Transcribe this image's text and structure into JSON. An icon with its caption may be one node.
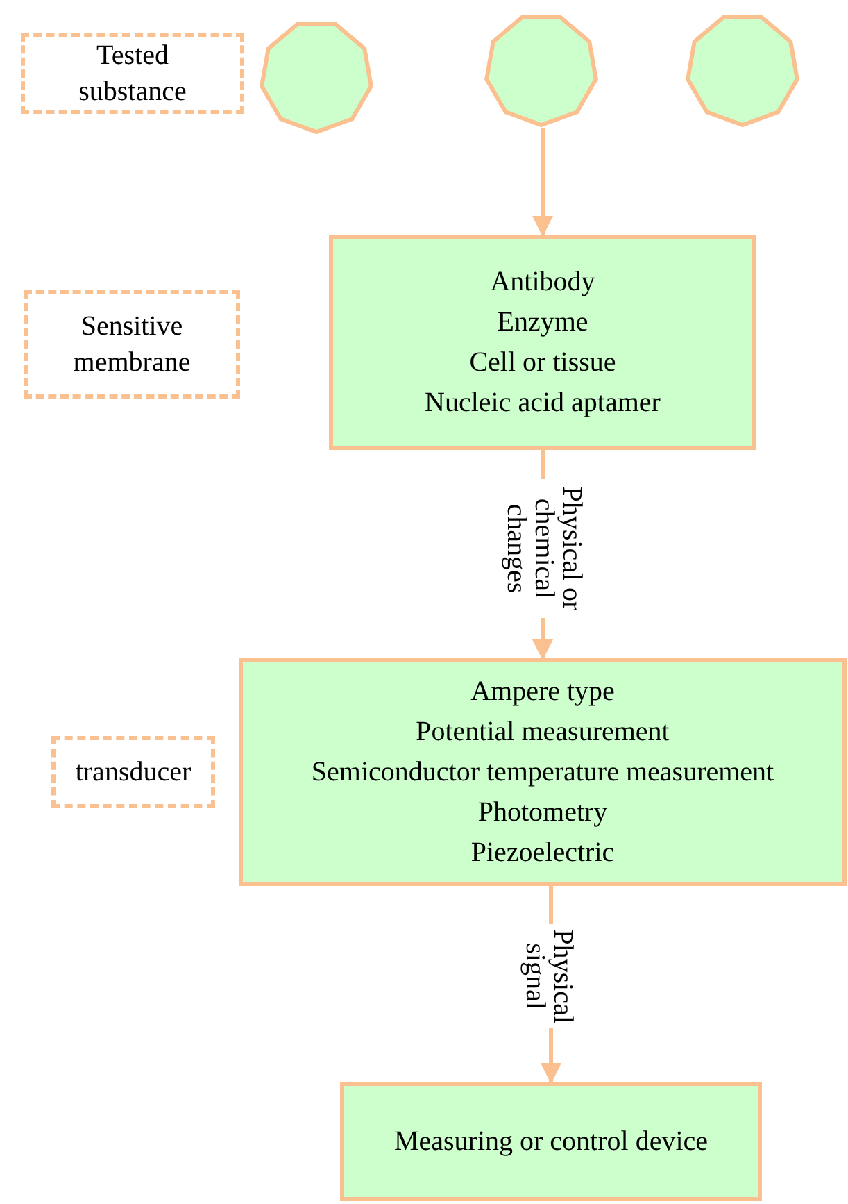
{
  "diagram": {
    "nodes": [
      {
        "text": [
          "Tested substance"
        ]
      },
      {
        "text": [],
        "shape": "polygon"
      },
      {
        "text": [],
        "shape": "polygon"
      },
      {
        "text": [],
        "shape": "polygon"
      },
      {
        "text": [
          "Sensitive membrane"
        ]
      },
      {
        "text": [
          "Antibody",
          "Enzyme",
          "Cell or tissue",
          "Nucleic acid aptamer"
        ]
      },
      {
        "text": [
          "transducer"
        ]
      },
      {
        "text": [
          "Ampere type",
          "Potential measurement",
          "Semiconductor temperature measurement",
          "Photometry",
          "Piezoelectric"
        ]
      },
      {
        "text": [
          "Measuring or control device"
        ]
      }
    ],
    "edges": [
      {
        "from": 2,
        "to": 5,
        "arrow": "to"
      },
      {
        "from": 5,
        "to": 7,
        "arrow": "to",
        "label": "Physical or chemical changes"
      },
      {
        "from": 7,
        "to": 8,
        "arrow": "to",
        "label": "Physical signal"
      }
    ]
  }
}
